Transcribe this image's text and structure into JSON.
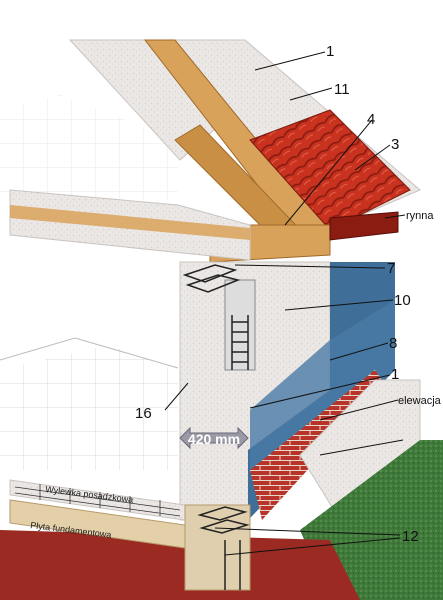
{
  "labels": {
    "n1_top": "1",
    "n11": "11",
    "n4": "4",
    "n3": "3",
    "rynna": "rynna",
    "n7": "7",
    "n10": "10",
    "n8": "8",
    "n1_mid": "1",
    "elewacja": "elewacja",
    "n16": "16",
    "n12": "12",
    "wylewka": "Wylewka posadzkowa",
    "plyta": "Płyta fundamentowa",
    "dimension": "420 mm"
  },
  "colors": {
    "styrofoam": "#ebe7e5",
    "roof_tile": "#c8321e",
    "timber": "#d9a25a",
    "blue_wall": "#3f6e98",
    "brick": "#b8342a",
    "grass": "#3f7a3a",
    "soil": "#9a2a22",
    "dimension_arrow": "#9a9aa6"
  }
}
